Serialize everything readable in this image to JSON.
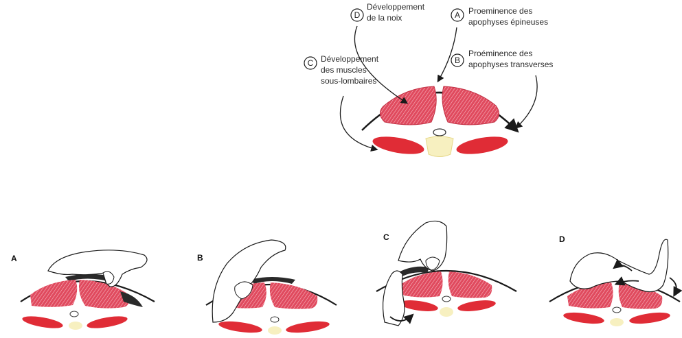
{
  "colors": {
    "muscle_hatched": "#e04a5e",
    "muscle_solid": "#e02c36",
    "bone": "#f2e8a8",
    "outline": "#1a1a1a",
    "background": "#ffffff"
  },
  "main": {
    "labels": [
      {
        "letter": "D",
        "lines": [
          "Développement",
          "de la noix"
        ]
      },
      {
        "letter": "A",
        "lines": [
          "Proeminence des",
          "apophyses épineuses"
        ]
      },
      {
        "letter": "B",
        "lines": [
          "Proéminence des",
          "apophyses transverses"
        ]
      },
      {
        "letter": "C",
        "lines": [
          "Développement",
          "des muscles",
          "sous-lombaires"
        ]
      }
    ]
  },
  "panels": [
    {
      "letter": "A"
    },
    {
      "letter": "B"
    },
    {
      "letter": "C"
    },
    {
      "letter": "D"
    }
  ]
}
